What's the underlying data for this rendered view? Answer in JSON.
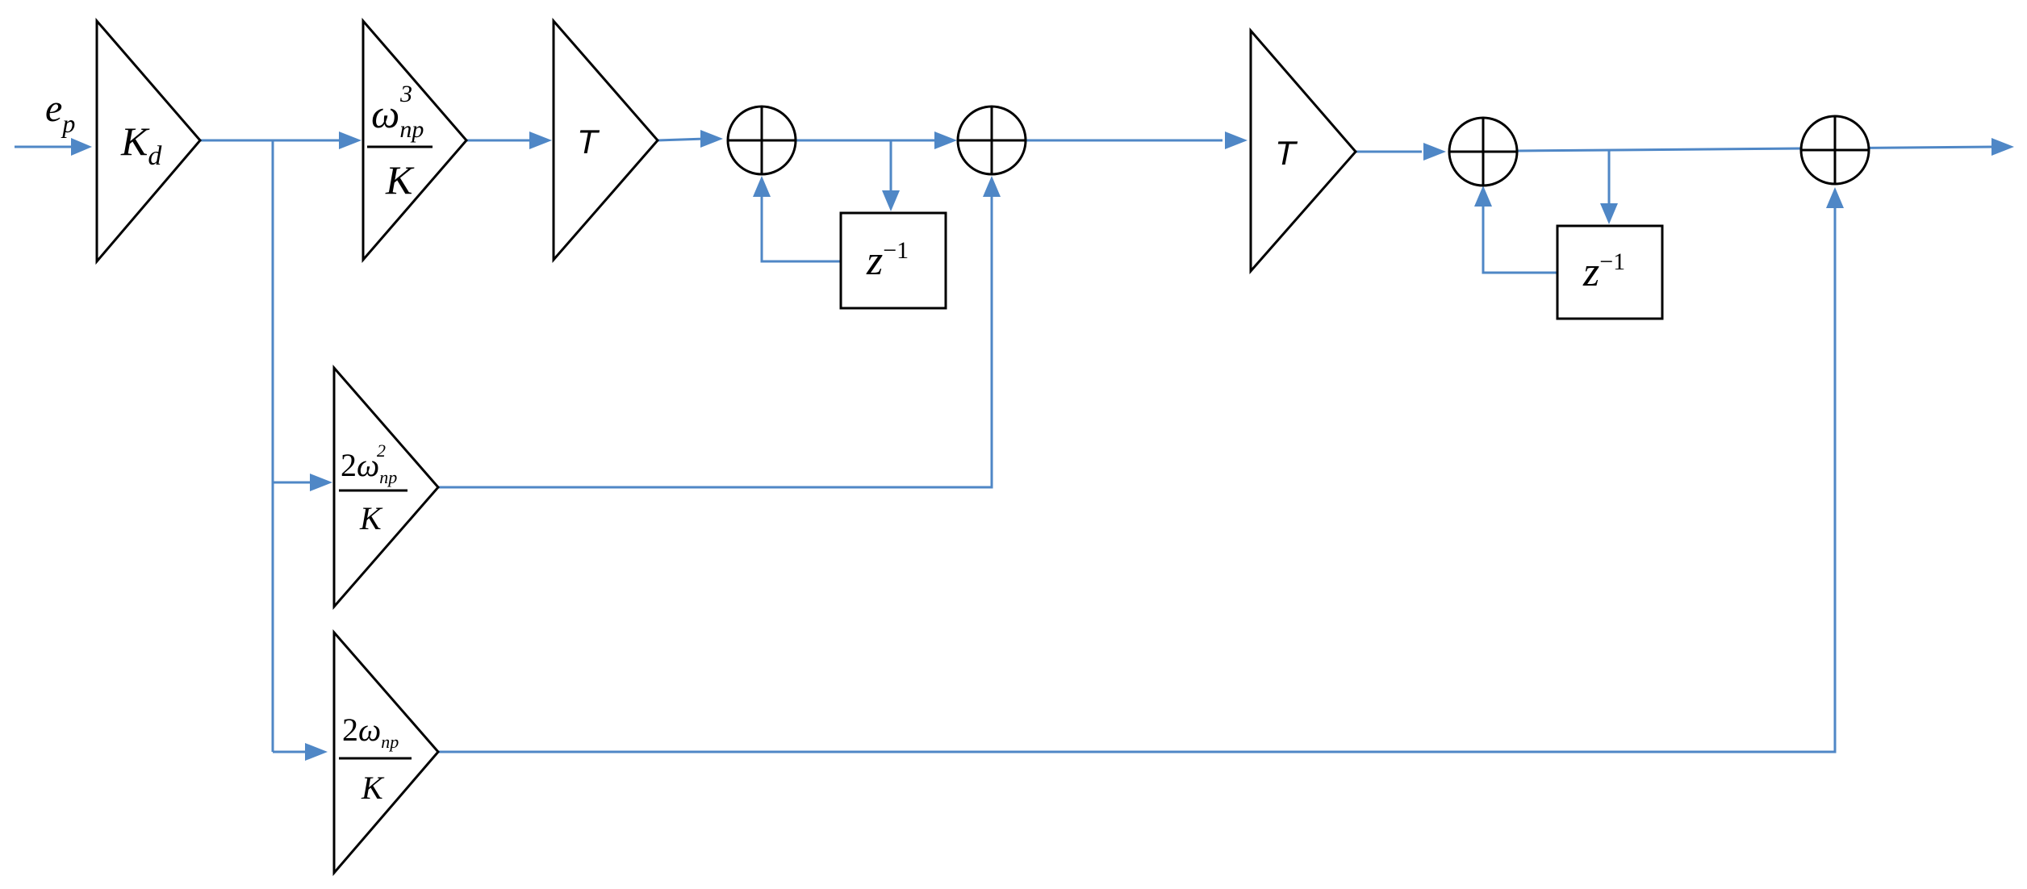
{
  "input": {
    "symbol": "e",
    "subscript": "p"
  },
  "gain_kd": {
    "symbol": "K",
    "subscript": "d"
  },
  "gain_w3": {
    "num_symbol": "ω",
    "num_subscript": "np",
    "num_superscript": "3",
    "den": "K"
  },
  "gain_t1": {
    "label": "T"
  },
  "gain_t2": {
    "label": "T"
  },
  "gain_2w2": {
    "num_coeff": "2",
    "num_symbol": "ω",
    "num_subscript": "np",
    "num_superscript": "2",
    "den": "K"
  },
  "gain_2w": {
    "num_coeff": "2",
    "num_symbol": "ω",
    "num_subscript": "np",
    "den": "K"
  },
  "delay1": {
    "symbol": "z",
    "exponent": "−1"
  },
  "delay2": {
    "symbol": "z",
    "exponent": "−1"
  },
  "colors": {
    "wire": "#4f87c6",
    "block_stroke": "#000000",
    "background": "#ffffff"
  }
}
